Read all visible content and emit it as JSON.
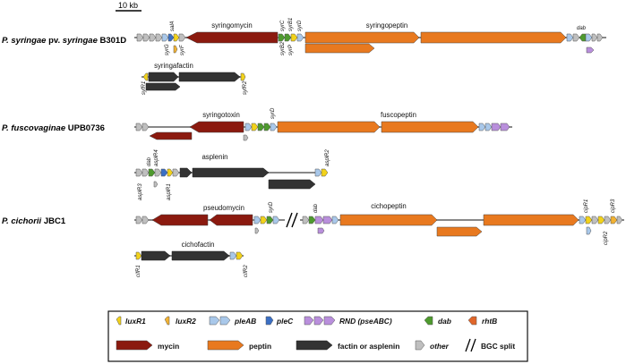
{
  "scale_bar": {
    "label": "10 kb"
  },
  "strains": [
    {
      "name_italic": "P. syringae",
      "name_plain": " pv. ",
      "name_italic2": "syringae",
      "name_tail": " B301D",
      "clusters": [
        "syringomycin",
        "syringopeptin",
        "syringafactin"
      ],
      "genes": [
        "salA",
        "syrG",
        "syrF",
        "syrC",
        "syrB2",
        "syrB1",
        "syrP",
        "syrD",
        "dab",
        "syfR1",
        "syfR2"
      ]
    },
    {
      "name_italic": "P. fuscovaginae",
      "name_tail": " UPB0736",
      "clusters": [
        "syringotoxin",
        "fuscopeptin",
        "asplenin"
      ],
      "genes": [
        "syrD",
        "dab",
        "asplR4",
        "asplR3",
        "asplR1",
        "asplR2"
      ]
    },
    {
      "name_italic": "P. cichorii",
      "name_tail": " JBC1",
      "clusters": [
        "pseudomycin",
        "cichopeptin",
        "cichofactin"
      ],
      "genes": [
        "syrD",
        "dab",
        "cipR1",
        "cipR2",
        "cipR3",
        "cifR1",
        "cifR2"
      ]
    }
  ],
  "legend": {
    "row1": [
      "luxR1",
      "luxR2",
      "pleAB",
      "pleC",
      "RND (pseABC)",
      "dab",
      "rhtB"
    ],
    "row2": [
      "mycin",
      "peptin",
      "factin or asplenin",
      "other",
      "BGC split"
    ]
  },
  "colors": {
    "mycin": "#8b1a0f",
    "peptin": "#e8791f",
    "factin": "#333333",
    "other": "#bfbfbf",
    "luxR1": "#f2d21b",
    "luxR2": "#f2b233",
    "pleAB": "#a9c8ea",
    "pleC": "#3a6fc4",
    "rnd": "#b98fdc",
    "dab": "#4e9a2e",
    "rhtB": "#e0662a"
  }
}
